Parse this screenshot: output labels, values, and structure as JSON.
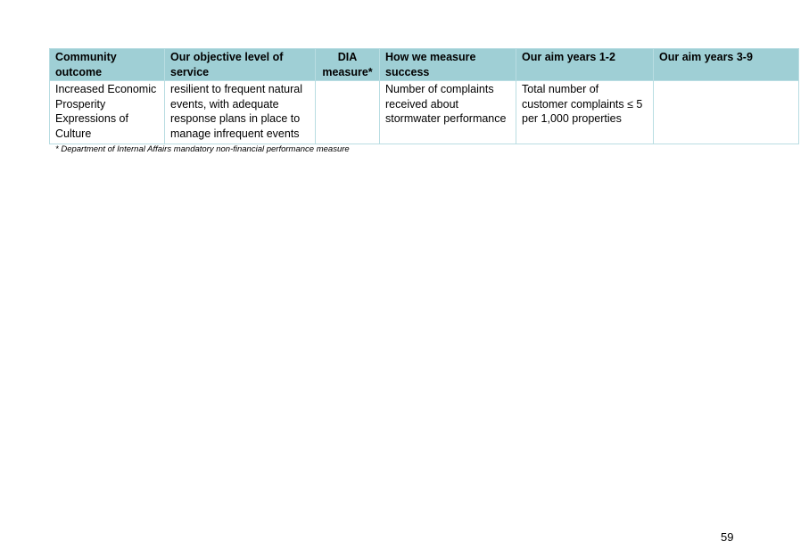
{
  "table": {
    "headers": {
      "community_outcome": "Community outcome",
      "objective": "Our objective level of service",
      "dia_measure": "DIA measure*",
      "how_measure": "How we measure success",
      "aim_1_2": "Our aim years 1-2",
      "aim_3_9": "Our aim years 3-9"
    },
    "row": {
      "community_outcome": "Increased Economic Prosperity Expressions of Culture",
      "objective": "resilient to frequent natural events, with adequate response plans in place to manage infrequent events",
      "dia_measure": "",
      "how_measure": "Number of complaints received about stormwater performance",
      "aim_1_2": "Total number of customer complaints ≤ 5 per 1,000 properties",
      "aim_3_9": ""
    }
  },
  "footnote": "*  Department of Internal Affairs mandatory non-financial performance measure",
  "page_number": "59"
}
